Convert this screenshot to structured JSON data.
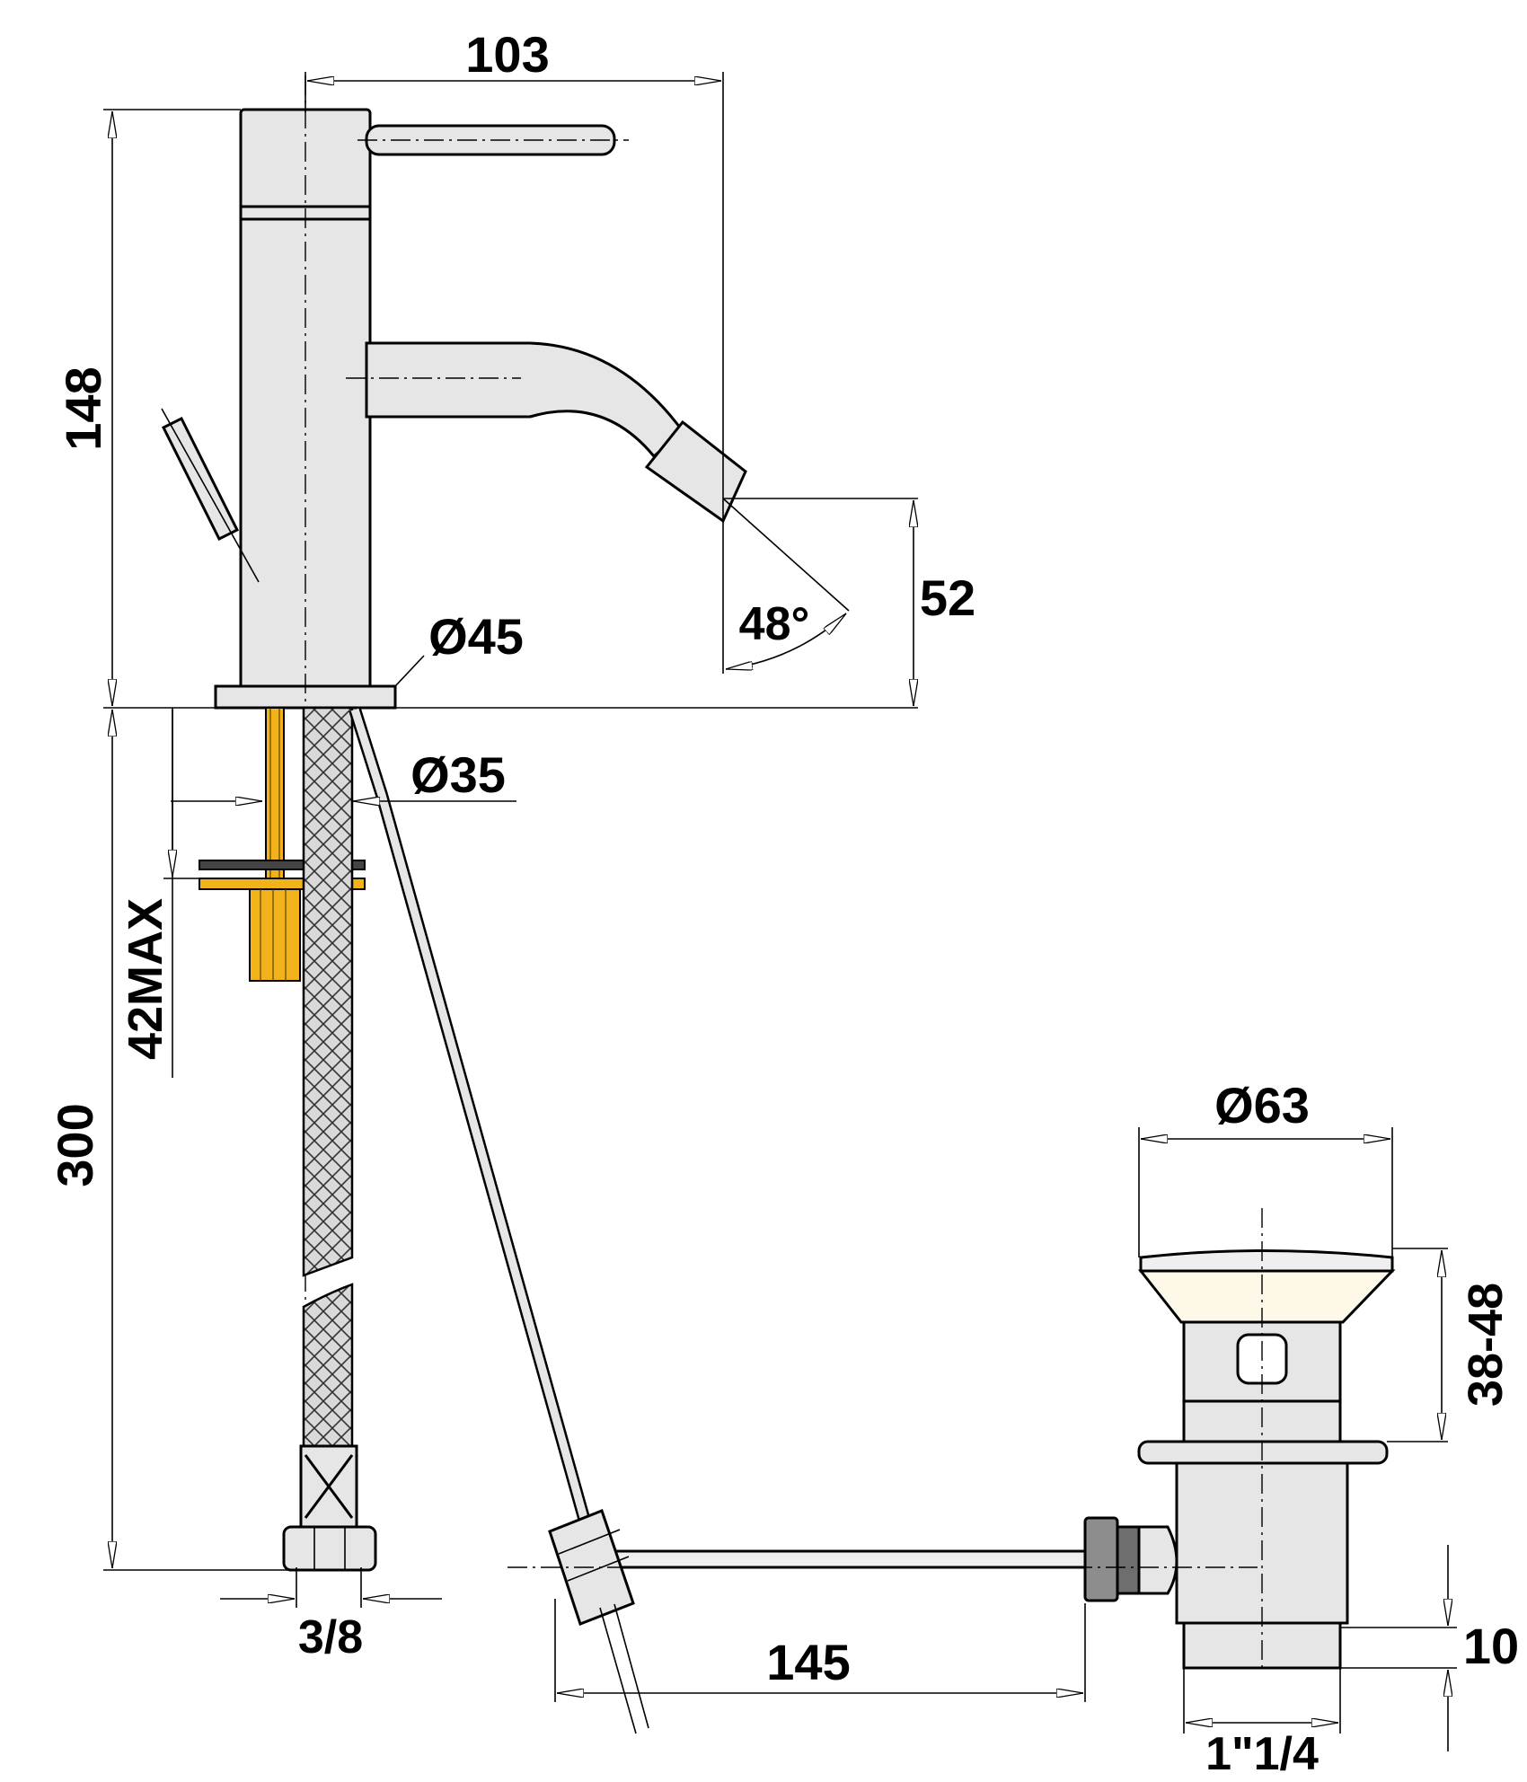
{
  "dimensions": {
    "width_103": "103",
    "height_148": "148",
    "height_52": "52",
    "angle_48": "48°",
    "dia_45": "Ø45",
    "dia_35": "Ø35",
    "max_42": "42MAX",
    "height_300": "300",
    "thread_3_8": "3/8",
    "length_145": "145",
    "dia_63": "Ø63",
    "range_38_48": "38-48",
    "height_10": "10",
    "thread_1_1_4": "1\"1/4"
  },
  "colors": {
    "body_fill": "#e6e6e6",
    "gold_fitting": "#f2b21a",
    "waste_cream": "#fdf8e8",
    "nut_grey": "#8d8d8d"
  }
}
